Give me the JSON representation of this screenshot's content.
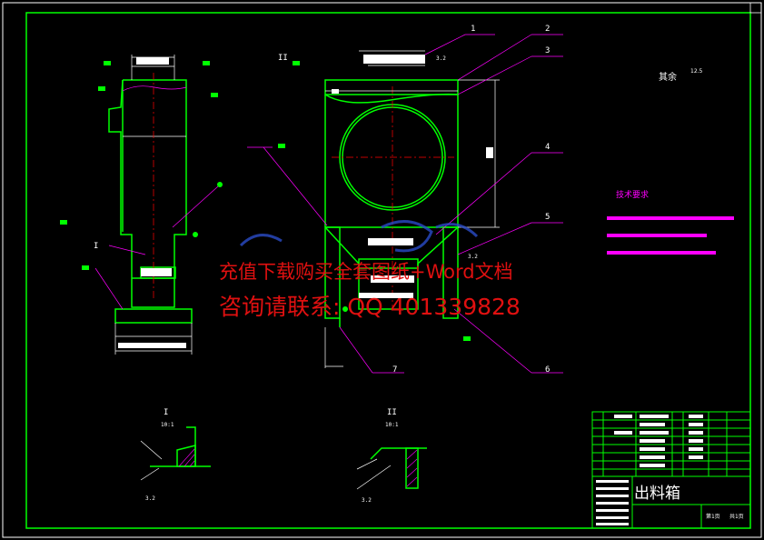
{
  "drawing": {
    "title": "出料箱",
    "part_numbers": [
      "1",
      "2",
      "3",
      "4",
      "5",
      "6",
      "7"
    ],
    "section_labels": [
      "I",
      "II"
    ],
    "roughness_note": "其余",
    "roughness_value": "12.5",
    "tech_requirements_title": "技术要求",
    "scale_I": "10:1",
    "scale_II": "10:1",
    "roughness_mark": "3.2",
    "sheet_info": [
      "第1页",
      "共1页"
    ]
  },
  "watermark": {
    "line1": "充值下载购买全套图纸+Word文档",
    "line2": "咨询请联系: QQ 401339828"
  },
  "colors": {
    "background": "#000000",
    "outline": "#00ff00",
    "dimension": "#ffffff",
    "leader": "#ff00ff",
    "centerline": "#ff0000",
    "watermark": "#e01010"
  }
}
